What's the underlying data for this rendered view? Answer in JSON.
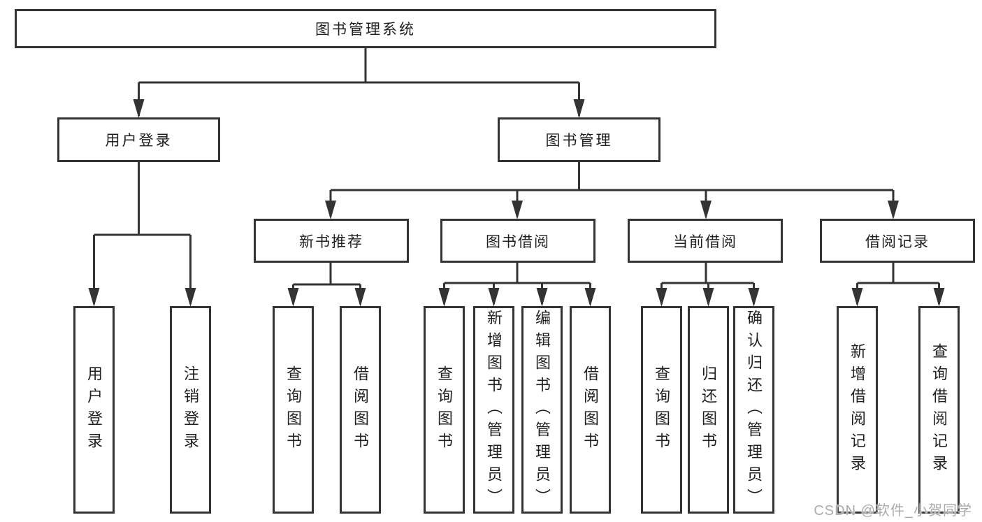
{
  "diagram": {
    "root": "图书管理系统",
    "branches": {
      "user_login": "用户登录",
      "book_mgmt": "图书管理"
    },
    "modules": {
      "new_book_rec": "新书推荐",
      "book_borrow": "图书借阅",
      "current_borrow": "当前借阅",
      "borrow_records": "借阅记录"
    },
    "user_branch_leaves": {
      "login": "用户登录",
      "logout": "注销登录"
    },
    "rec_leaves": {
      "query": "查询图书",
      "borrow": "借阅图书"
    },
    "borrow_leaves": {
      "query": "查询图书",
      "add": "新增图书（管理员）",
      "edit": "编辑图书（管理员）",
      "borrow": "借阅图书"
    },
    "current_leaves": {
      "query": "查询图书",
      "return": "归还图书",
      "confirm": "确认归还（管理员）"
    },
    "record_leaves": {
      "add": "新增借阅记录",
      "query": "查询借阅记录"
    }
  },
  "watermark": "CSDN @软件_小贺同学",
  "colors": {
    "line": "#333333",
    "text": "#1f1f1f",
    "watermark": "#ababab",
    "background": "#ffffff"
  }
}
